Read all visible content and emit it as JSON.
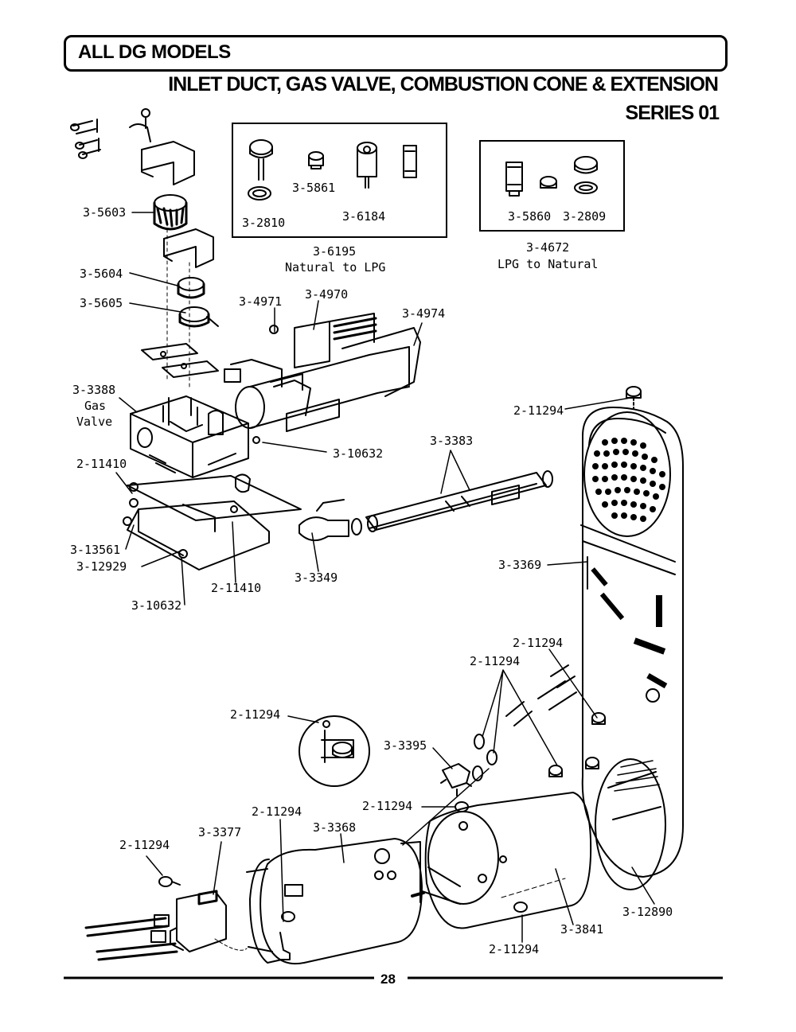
{
  "header": {
    "title": "ALL DG MODELS",
    "subtitle": "INLET DUCT, GAS VALVE, COMBUSTION CONE & EXTENSION",
    "series": "SERIES 01"
  },
  "kits": {
    "natural_to_lpg": {
      "number": "3-6195",
      "name": "Natural to LPG",
      "parts": [
        "3-5861",
        "3-2810",
        "3-6184"
      ]
    },
    "lpg_to_natural": {
      "number": "3-4672",
      "name": "LPG to Natural",
      "parts": [
        "3-5860",
        "3-2809"
      ]
    }
  },
  "labels": {
    "p5603": "3-5603",
    "p5604": "3-5604",
    "p5605": "3-5605",
    "p4971": "3-4971",
    "p4970": "3-4970",
    "p4974": "3-4974",
    "p3388_a": "3-3388",
    "p3388_b": "Gas",
    "p3388_c": "Valve",
    "p10632_a": "3-10632",
    "p3383": "3-3383",
    "p11294_top": "2-11294",
    "p11410_a": "2-11410",
    "p13561": "3-13561",
    "p12929": "3-12929",
    "p10632_b": "3-10632",
    "p11410_b": "2-11410",
    "p3349": "3-3349",
    "p3369": "3-3369",
    "p11294_r1": "2-11294",
    "p11294_r2": "2-11294",
    "p11294_inset": "2-11294",
    "p3395": "3-3395",
    "p11294_mid": "2-11294",
    "p11294_cone": "2-11294",
    "p3377": "3-3377",
    "p3368": "3-3368",
    "p11294_left": "2-11294",
    "p12890": "3-12890",
    "p3841": "3-3841",
    "p11294_bottom": "2-11294"
  },
  "footer": {
    "page": "28"
  }
}
